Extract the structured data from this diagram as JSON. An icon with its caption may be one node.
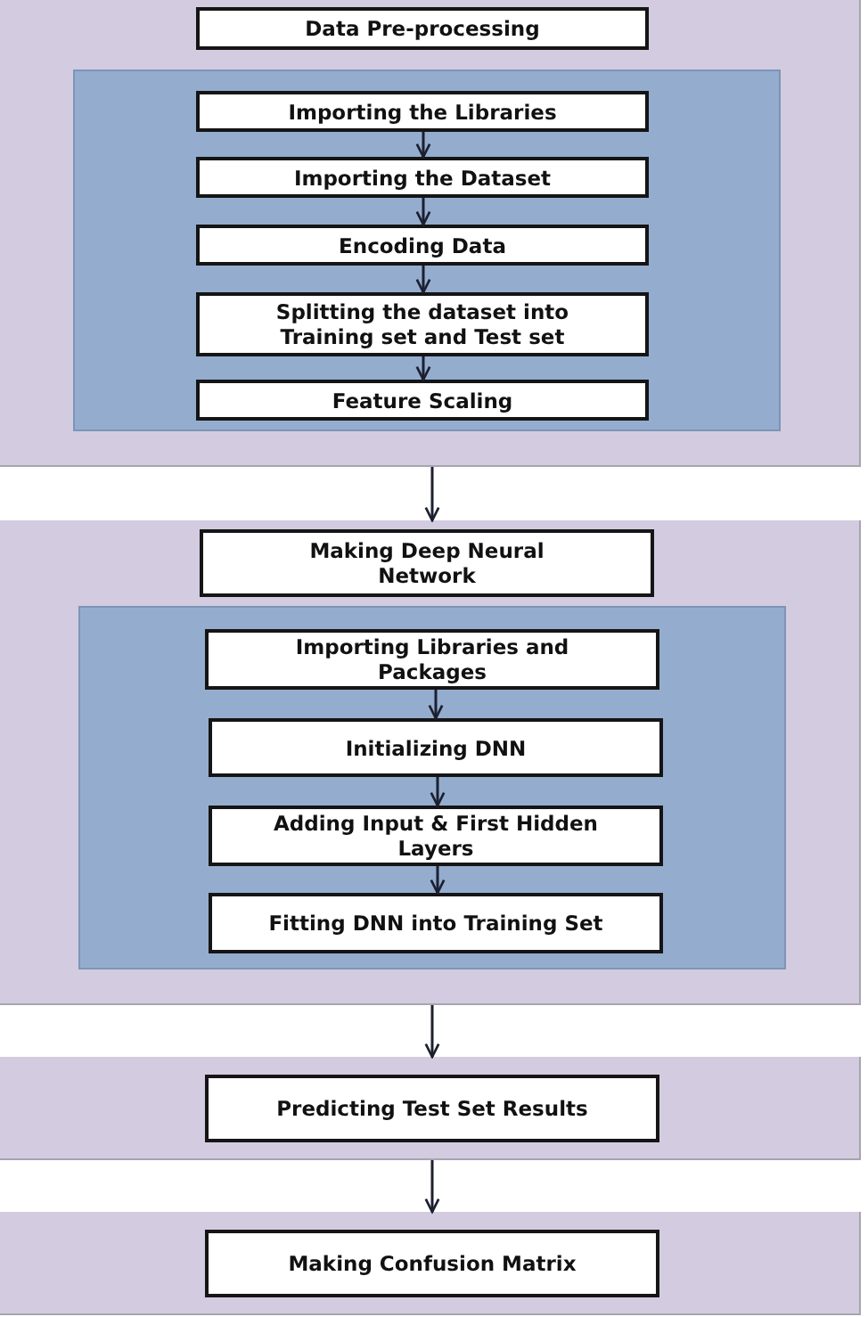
{
  "diagram": {
    "nodes": [
      {
        "text": [],
        "shape": "box"
      },
      {
        "text": [
          "Data Pre-processing"
        ],
        "in": 0
      },
      {
        "text": [],
        "shape": "box",
        "in": 0
      },
      {
        "text": [
          "Importing the Libraries"
        ],
        "in": 2
      },
      {
        "text": [
          "Importing the Dataset"
        ],
        "in": 2
      },
      {
        "text": [
          "Encoding Data"
        ],
        "in": 2
      },
      {
        "text": [
          "Splitting the dataset into Training set and Test set"
        ],
        "in": 2
      },
      {
        "text": [
          "Feature Scaling"
        ],
        "in": 2
      },
      {
        "text": [],
        "shape": "box"
      },
      {
        "text": [
          "Making Deep Neural Network"
        ],
        "in": 8
      },
      {
        "text": [],
        "shape": "box",
        "in": 8
      },
      {
        "text": [
          "Importing Libraries and Packages"
        ],
        "in": 10
      },
      {
        "text": [
          "Initializing DNN"
        ],
        "in": 10
      },
      {
        "text": [
          "Adding Input & First Hidden Layers"
        ],
        "in": 10
      },
      {
        "text": [
          "Fitting DNN into Training Set"
        ],
        "in": 10
      },
      {
        "text": [],
        "shape": "box"
      },
      {
        "text": [
          "Predicting Test Set Results"
        ],
        "in": 15
      },
      {
        "text": [],
        "shape": "box"
      },
      {
        "text": [
          "Making Confusion Matrix"
        ],
        "in": 17
      }
    ],
    "edges": [
      {
        "from": 3,
        "to": 4,
        "arrow": "to"
      },
      {
        "from": 4,
        "to": 5,
        "arrow": "to"
      },
      {
        "from": 5,
        "to": 6,
        "arrow": "to"
      },
      {
        "from": 6,
        "to": 7,
        "arrow": "to"
      },
      {
        "from": 0,
        "to": 8,
        "arrow": "to"
      },
      {
        "from": 11,
        "to": 12,
        "arrow": "to"
      },
      {
        "from": 12,
        "to": 13,
        "arrow": "to"
      },
      {
        "from": 13,
        "to": 14,
        "arrow": "to"
      },
      {
        "from": 8,
        "to": 15,
        "arrow": "to"
      },
      {
        "from": 15,
        "to": 17,
        "arrow": "to"
      }
    ]
  }
}
